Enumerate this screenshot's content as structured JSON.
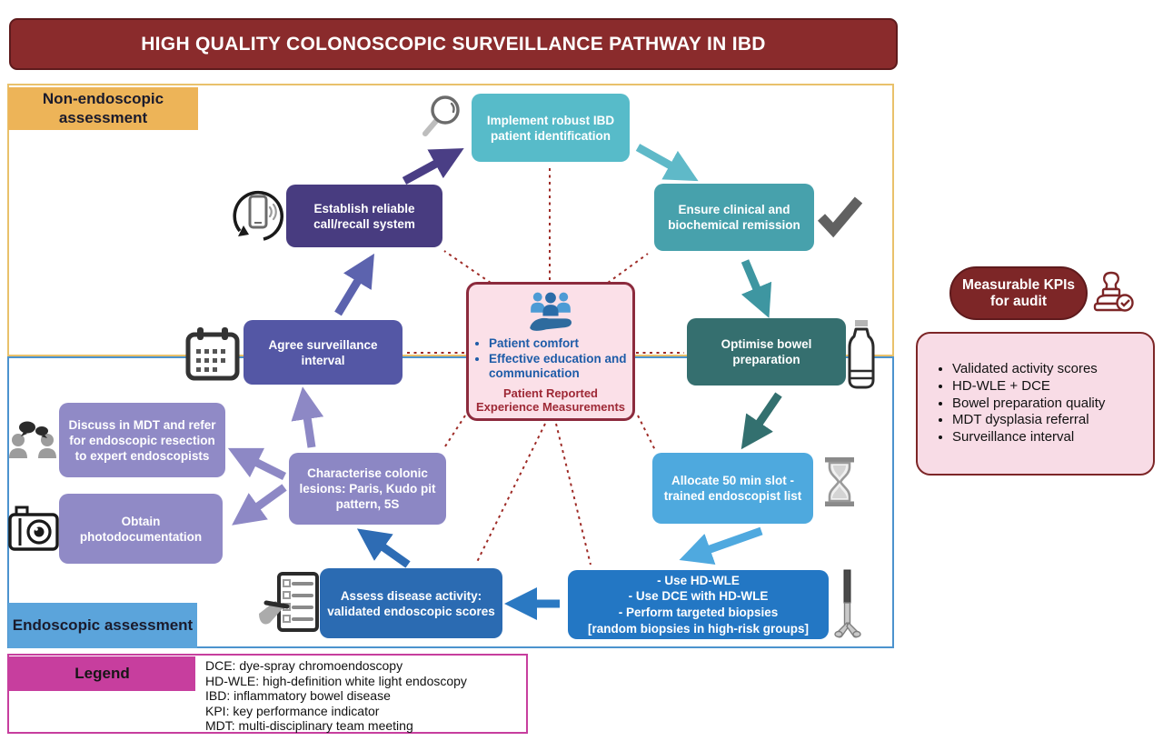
{
  "title": "HIGH QUALITY COLONOSCOPIC SURVEILLANCE PATHWAY IN IBD",
  "regions": {
    "non_endoscopic": "Non-endoscopic assessment",
    "endoscopic": "Endoscopic assessment",
    "legend": "Legend"
  },
  "nodes": {
    "implement": "Implement robust IBD patient identification",
    "ensure": "Ensure clinical and biochemical remission",
    "optimise": "Optimise bowel preparation",
    "allocate": "Allocate 50 min slot - trained endoscopist list",
    "use_hdwle_lines": [
      "- Use HD-WLE",
      "- Use DCE with HD-WLE",
      "- Perform targeted biopsies",
      "[random biopsies in high-risk groups]"
    ],
    "assess": "Assess disease activity: validated endoscopic scores",
    "characterise": "Characterise colonic lesions: Paris, Kudo pit pattern, 5S",
    "discuss": "Discuss in MDT and refer for endoscopic resection to expert endoscopists",
    "obtain": "Obtain photodocumentation",
    "agree": "Agree surveillance interval",
    "establish": "Establish reliable call/recall system"
  },
  "center": {
    "bullets": [
      "Patient comfort",
      "Effective education and communication"
    ],
    "footer": "Patient Reported Experience Measurements"
  },
  "kpi": {
    "pill": "Measurable KPIs for audit",
    "items": [
      "Validated activity scores",
      "HD-WLE + DCE",
      "Bowel preparation quality",
      "MDT dysplasia referral",
      "Surveillance interval"
    ]
  },
  "legend_items": [
    "DCE: dye-spray chromoendoscopy",
    "HD-WLE: high-definition white light endoscopy",
    "IBD: inflammatory bowel disease",
    "KPI: key performance indicator",
    "MDT: multi-disciplinary team meeting"
  ],
  "icons": [
    "magnifier",
    "checkmark",
    "water-bottle",
    "hourglass",
    "biopsy-forceps",
    "checklist-pen",
    "camera",
    "discussion-people",
    "calendar",
    "phone-recall",
    "patients-hand",
    "approval-stamp"
  ],
  "colors": {
    "banner": "#8A2B2C",
    "non_endoscopic_label": "#EDB458",
    "endoscopic_label": "#5BA4DB",
    "legend_label": "#C73E9E",
    "top_region_border": "#E9C16B",
    "bottom_region_border": "#4C93CE",
    "center_bg": "#FBE0E8",
    "center_border": "#8C2B3D",
    "dashed_link": "#9E2B26"
  }
}
